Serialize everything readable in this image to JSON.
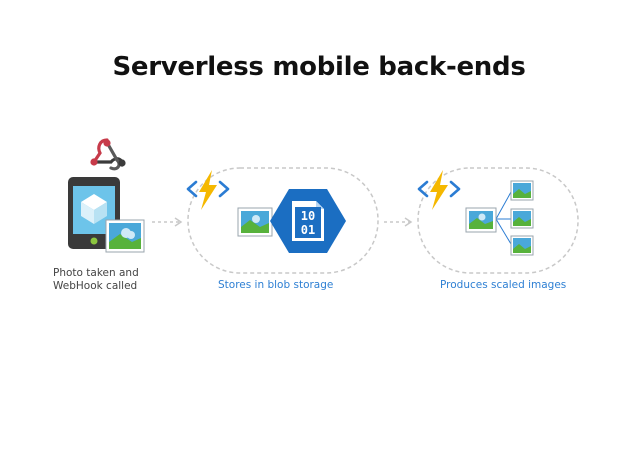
{
  "title": "Serverless mobile back-ends",
  "steps": [
    {
      "lines": [
        "Photo taken and",
        "WebHook called"
      ]
    },
    {
      "label": "Stores in blob storage"
    },
    {
      "label": "Produces scaled images"
    }
  ],
  "blob_bits": [
    "10",
    "01"
  ],
  "colors": {
    "accent_text": "#2d7fd3",
    "caption_text": "#444444",
    "dashed": "#c8c8c8",
    "bolt": "#f5b800",
    "brackets": "#2b7cd3",
    "blob_fill": "#1b6ec2",
    "webhook": "#c73b4a"
  },
  "icons": [
    "webhook-icon",
    "phone-icon",
    "cube-icon",
    "image-icon",
    "function-bolt-icon",
    "blob-storage-icon"
  ]
}
